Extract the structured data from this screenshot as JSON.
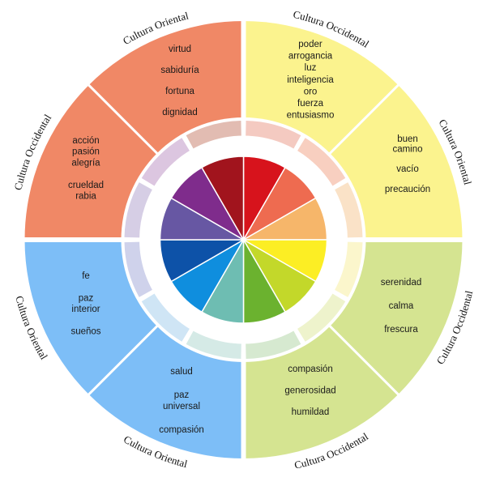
{
  "labels": {
    "oriental": "Cultura Oriental",
    "occidental": "Cultura Occidental"
  },
  "arc_labels": [
    {
      "text_key": "oriental"
    },
    {
      "text_key": "occidental"
    },
    {
      "text_key": "oriental"
    },
    {
      "text_key": "occidental"
    },
    {
      "text_key": "occidental"
    },
    {
      "text_key": "oriental"
    },
    {
      "text_key": "oriental"
    },
    {
      "text_key": "occidental"
    }
  ],
  "sectors": [
    {
      "id": "red",
      "color": "#f08866",
      "lines": [
        "virtud",
        "",
        "sabiduría",
        "",
        "fortuna",
        "",
        "dignidad"
      ]
    },
    {
      "id": "yellow",
      "color": "#fbf38e",
      "lines": [
        "poder",
        "arrogancia",
        "luz",
        "inteligencia",
        "oro",
        "fuerza",
        "entusiasmo"
      ]
    },
    {
      "id": "yellow-right",
      "color": "#fbf38e",
      "lines": [
        "buen",
        "camino",
        "",
        "vacío",
        "",
        "precaución"
      ]
    },
    {
      "id": "green-right",
      "color": "#d5e491",
      "lines": [
        "serenidad",
        "",
        "calma",
        "",
        "frescura"
      ]
    },
    {
      "id": "green",
      "color": "#d5e491",
      "lines": [
        "compasión",
        "",
        "generosidad",
        "",
        "humildad"
      ]
    },
    {
      "id": "blue",
      "color": "#7dbef7",
      "lines": [
        "salud",
        "",
        "paz",
        "universal",
        "",
        "compasión"
      ]
    },
    {
      "id": "blue-left",
      "color": "#7dbef7",
      "lines": [
        "fe",
        "",
        "paz",
        "interior",
        "",
        "sueños"
      ]
    },
    {
      "id": "red-left",
      "color": "#f08866",
      "lines": [
        "acción",
        "pasión",
        "alegría",
        "",
        "crueldad",
        "rabia"
      ]
    }
  ],
  "inner_colors": [
    "#d7131c",
    "#ee6b50",
    "#f6b66a",
    "#fcee24",
    "#c3d82a",
    "#6bb22f",
    "#6ebdb2",
    "#0f8ede",
    "#0d52a8",
    "#6757a3",
    "#7f2c8c",
    "#a1141d"
  ],
  "ring_colors": [
    "#f4cac1",
    "#f8cfc0",
    "#fae2c7",
    "#fbf6cc",
    "#eef3cc",
    "#d6e9d0",
    "#d5eae6",
    "#cfe5f5",
    "#cfd2eb",
    "#d6cee5",
    "#dcc6e0",
    "#e2bcb2"
  ]
}
